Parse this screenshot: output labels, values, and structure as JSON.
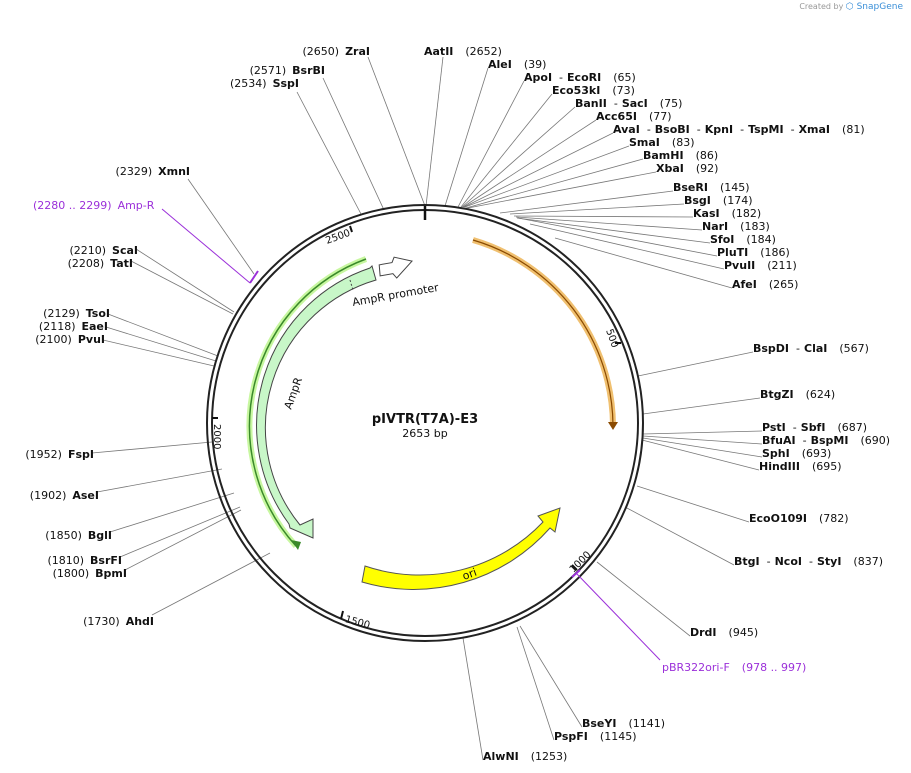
{
  "credit": {
    "prefix": "Created by",
    "brand": "SnapGene"
  },
  "plasmid": {
    "name": "pIVTR(T7A)-E3",
    "size": "2653 bp"
  },
  "colors": {
    "ampr": "#c8f7c8",
    "ori": "#ffff00",
    "orange": "#f0c070",
    "primer": "#9b30d9",
    "green_edge": "#3a8a2a"
  },
  "ticks": [
    "500",
    "1000",
    "1500",
    "2000",
    "2500"
  ],
  "features": {
    "ampr": "AmpR",
    "ampr_promoter": "AmpR promoter",
    "ori": "ori"
  },
  "sites": [
    {
      "name": "ZraI",
      "pos": "(2650)"
    },
    {
      "name": "AatII",
      "pos": "(2652)"
    },
    {
      "name": "AleI",
      "pos": "(39)"
    },
    {
      "name": "ApoI",
      "sep": "-",
      "name2": "EcoRI",
      "pos": "(65)"
    },
    {
      "name": "Eco53kI",
      "pos": "(73)"
    },
    {
      "name": "BanII",
      "sep": "-",
      "name2": "SacI",
      "pos": "(75)"
    },
    {
      "name": "Acc65I",
      "pos": "(77)"
    },
    {
      "name": "AvaI",
      "sep": "-",
      "name2": "BsoBI",
      "name3": "KpnI",
      "name4": "TspMI",
      "name5": "XmaI",
      "pos": "(81)"
    },
    {
      "name": "SmaI",
      "pos": "(83)"
    },
    {
      "name": "BamHI",
      "pos": "(86)"
    },
    {
      "name": "XbaI",
      "pos": "(92)"
    },
    {
      "name": "BseRI",
      "pos": "(145)"
    },
    {
      "name": "BsgI",
      "pos": "(174)"
    },
    {
      "name": "KasI",
      "pos": "(182)"
    },
    {
      "name": "NarI",
      "pos": "(183)"
    },
    {
      "name": "SfoI",
      "pos": "(184)"
    },
    {
      "name": "PluTI",
      "pos": "(186)"
    },
    {
      "name": "PvuII",
      "pos": "(211)"
    },
    {
      "name": "AfeI",
      "pos": "(265)"
    },
    {
      "name": "BspDI",
      "sep": "-",
      "name2": "ClaI",
      "pos": "(567)"
    },
    {
      "name": "BtgZI",
      "pos": "(624)"
    },
    {
      "name": "PstI",
      "sep": "-",
      "name2": "SbfI",
      "pos": "(687)"
    },
    {
      "name": "BfuAI",
      "sep": "-",
      "name2": "BspMI",
      "pos": "(690)"
    },
    {
      "name": "SphI",
      "pos": "(693)"
    },
    {
      "name": "HindIII",
      "pos": "(695)"
    },
    {
      "name": "EcoO109I",
      "pos": "(782)"
    },
    {
      "name": "BtgI",
      "sep": "-",
      "name2": "NcoI",
      "name3": "StyI",
      "pos": "(837)"
    },
    {
      "name": "DrdI",
      "pos": "(945)"
    },
    {
      "name": "BseYI",
      "pos": "(1141)"
    },
    {
      "name": "PspFI",
      "pos": "(1145)"
    },
    {
      "name": "AlwNI",
      "pos": "(1253)"
    },
    {
      "name": "AhdI",
      "pos": "(1730)"
    },
    {
      "name": "BpmI",
      "pos": "(1800)"
    },
    {
      "name": "BsrFI",
      "pos": "(1810)"
    },
    {
      "name": "BglI",
      "pos": "(1850)"
    },
    {
      "name": "AseI",
      "pos": "(1902)"
    },
    {
      "name": "FspI",
      "pos": "(1952)"
    },
    {
      "name": "PvuI",
      "pos": "(2100)"
    },
    {
      "name": "EaeI",
      "pos": "(2118)"
    },
    {
      "name": "TsoI",
      "pos": "(2129)"
    },
    {
      "name": "TatI",
      "pos": "(2208)"
    },
    {
      "name": "ScaI",
      "pos": "(2210)"
    },
    {
      "name": "XmnI",
      "pos": "(2329)"
    },
    {
      "name": "SspI",
      "pos": "(2534)"
    },
    {
      "name": "BsrBI",
      "pos": "(2571)"
    }
  ],
  "primers": [
    {
      "name": "Amp-R",
      "range": "(2280 .. 2299)"
    },
    {
      "name": "pBR322ori-F",
      "range": "(978 .. 997)"
    }
  ]
}
